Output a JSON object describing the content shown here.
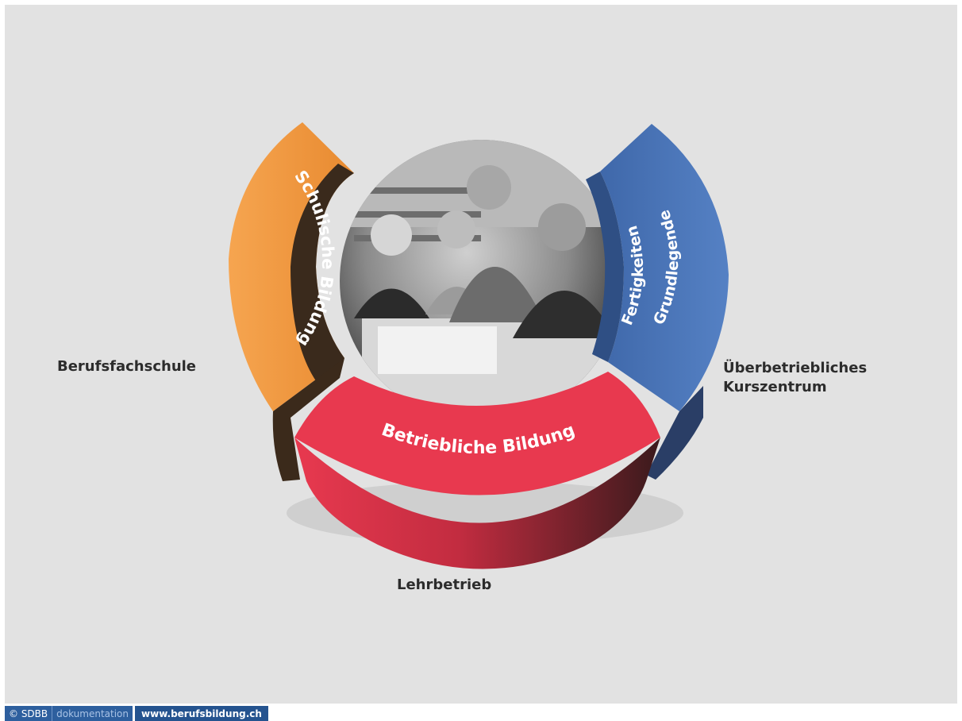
{
  "segments": {
    "schulisch": "Schulische Bildung",
    "betrieblich": "Betriebliche Bildung",
    "grundlegend_line1": "Grundlegende",
    "grundlegend_line2": "Fertigkeiten"
  },
  "places": {
    "left": "Berufsfachschule",
    "bottom": "Lehrbetrieb",
    "right_line1": "Überbetriebliches",
    "right_line2": "Kurszentrum"
  },
  "footer": {
    "copyright": "© SDBB",
    "section": "dokumentation",
    "url": "www.berufsbildung.ch"
  },
  "colors": {
    "orange": "#f39a3e",
    "red": "#e8394f",
    "blue": "#4a73b4",
    "background": "#e2e2e2"
  }
}
